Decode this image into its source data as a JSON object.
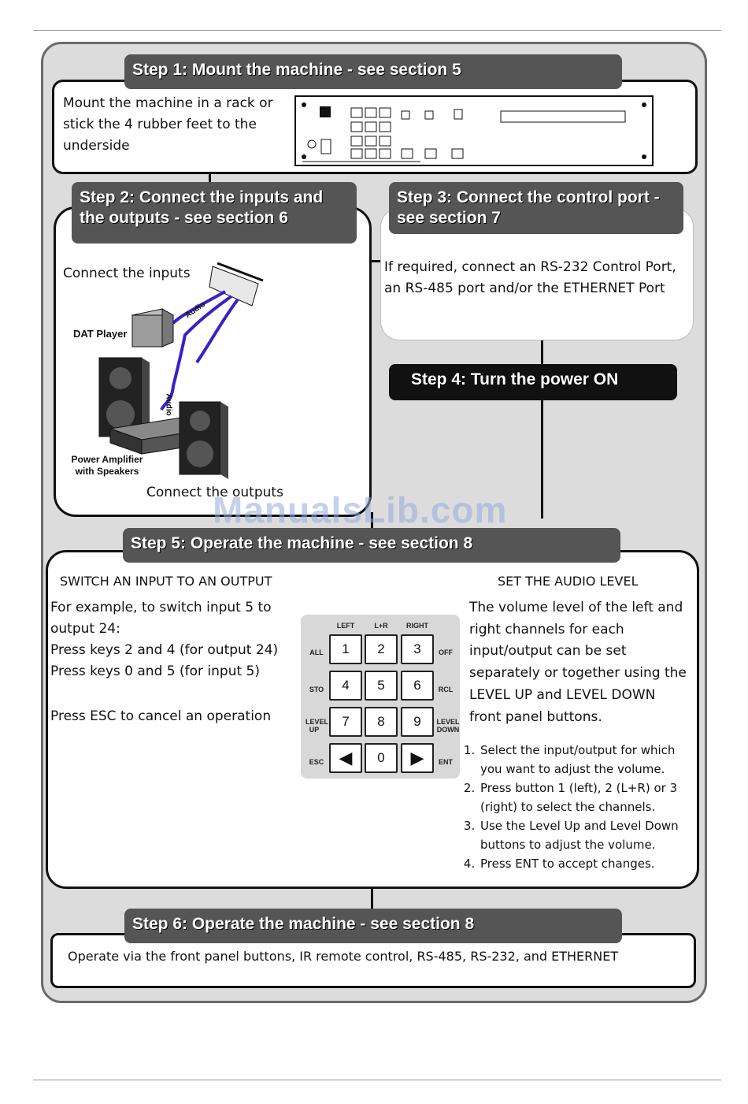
{
  "step1": {
    "title": "Step 1: Mount the machine - see section 5",
    "text": "Mount the machine in a rack or stick the 4 rubber feet to the underside"
  },
  "step2": {
    "title": "Step 2: Connect the inputs and the outputs - see section 6",
    "connect_inputs": "Connect the inputs",
    "connect_outputs": "Connect the outputs",
    "dat_player": "DAT Player",
    "amplifier": "Power Amplifier with Speakers",
    "audio1": "Audio",
    "audio2": "Audio"
  },
  "step3": {
    "title": "Step 3: Connect the control port - see section 7",
    "text": "If required, connect an RS-232 Control Port, an RS-485 port and/or the ETHERNET Port"
  },
  "step4": {
    "title": "Step 4: Turn the power ON"
  },
  "step5": {
    "title": "Step 5: Operate the machine - see section 8",
    "switch_heading": "SWITCH AN INPUT TO AN OUTPUT",
    "switch_lines": [
      "For example, to switch input 5 to",
      "output 24:",
      "Press keys 2 and 4 (for output 24)",
      "Press keys 0 and 5 (for input 5)"
    ],
    "esc_line": "Press ESC to cancel an operation",
    "audio_heading": "SET THE AUDIO LEVEL",
    "audio_text": "The volume level of the left and right channels for each input/output can be set separately or together using the LEVEL UP and LEVEL DOWN front panel buttons.",
    "audio_steps": [
      "Select the input/output for which you want to adjust the volume.",
      "Press button 1 (left), 2 (L+R) or 3 (right) to select the channels.",
      "Use the Level Up and Level Down buttons to adjust the volume.",
      "Press ENT to accept changes."
    ],
    "keypad": {
      "col_labels": [
        "LEFT",
        "L+R",
        "RIGHT"
      ],
      "row_labels_left": [
        "ALL",
        "STO",
        "LEVEL UP",
        "ESC"
      ],
      "row_labels_right": [
        "OFF",
        "RCL",
        "LEVEL DOWN",
        "ENT"
      ],
      "keys": [
        "1",
        "2",
        "3",
        "4",
        "5",
        "6",
        "7",
        "8",
        "9",
        "◀",
        "0",
        "▶"
      ]
    }
  },
  "step6": {
    "title": "Step 6: Operate the machine - see section 8",
    "text": "Operate via the front panel buttons, IR remote control, RS-485, RS-232, and ETHERNET"
  },
  "watermark": "ManualsLib.com"
}
